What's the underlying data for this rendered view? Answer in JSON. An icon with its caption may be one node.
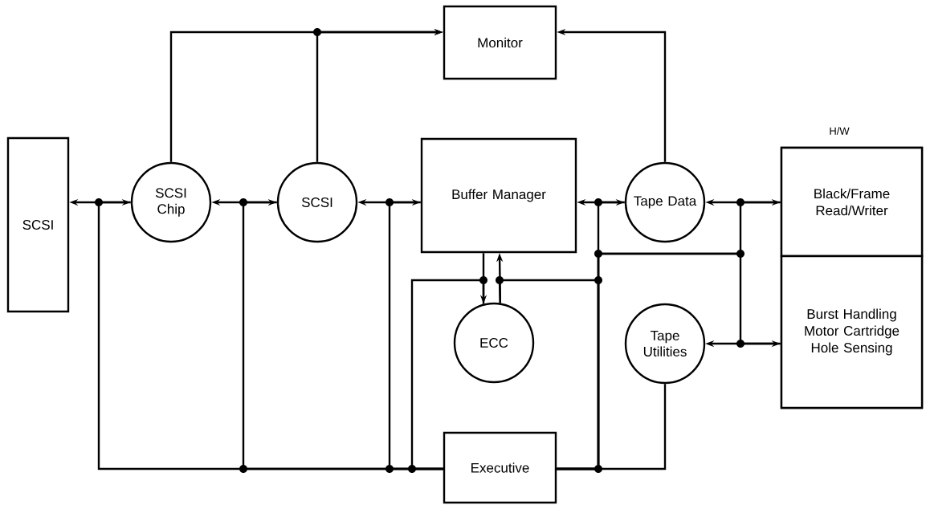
{
  "diagram": {
    "nodes": [
      {
        "text": [
          "SCSI"
        ]
      },
      {
        "text": [
          "SCSI Chip"
        ]
      },
      {
        "text": [
          "SCSI"
        ]
      },
      {
        "text": [
          "Monitor"
        ]
      },
      {
        "text": [
          "Buffer Manager"
        ]
      },
      {
        "text": [
          "Tape Data"
        ]
      },
      {
        "text": [
          "H/W"
        ]
      },
      {
        "text": [
          "Black/Frame Read/Writer"
        ],
        "in": 6
      },
      {
        "text": [
          "Burst Handling Motor Cartridge Hole Sensing"
        ],
        "in": 6
      },
      {
        "text": [
          "ECC"
        ]
      },
      {
        "text": [
          "Tape Utilities"
        ]
      },
      {
        "text": [
          "Executive"
        ]
      }
    ],
    "edges": [
      {
        "from": 0,
        "to": 1,
        "arrow": "both"
      },
      {
        "from": 1,
        "to": 2,
        "arrow": "both"
      },
      {
        "from": 2,
        "to": 4,
        "arrow": "both"
      },
      {
        "from": 4,
        "to": 5,
        "arrow": "both"
      },
      {
        "from": 5,
        "to": 7,
        "arrow": "both"
      },
      {
        "from": 10,
        "to": 8,
        "arrow": "both"
      },
      {
        "from": 1,
        "to": 3,
        "arrow": "to"
      },
      {
        "from": 2,
        "to": 3,
        "arrow": "to"
      },
      {
        "from": 5,
        "to": 3,
        "arrow": "to"
      },
      {
        "from": 4,
        "to": 9,
        "arrow": "to"
      },
      {
        "from": 9,
        "to": 4,
        "arrow": "to"
      },
      {
        "from": 11,
        "to": 1,
        "arrow": "none"
      },
      {
        "from": 11,
        "to": 2,
        "arrow": "none"
      },
      {
        "from": 11,
        "to": 4,
        "arrow": "none"
      },
      {
        "from": 11,
        "to": 9,
        "arrow": "none"
      },
      {
        "from": 11,
        "to": 9,
        "arrow": "none"
      },
      {
        "from": 11,
        "to": 5,
        "arrow": "none"
      },
      {
        "from": 11,
        "to": 10,
        "arrow": "none"
      },
      {
        "from": 11,
        "to": 7,
        "arrow": "none"
      },
      {
        "from": 11,
        "to": 8,
        "arrow": "none"
      }
    ]
  }
}
